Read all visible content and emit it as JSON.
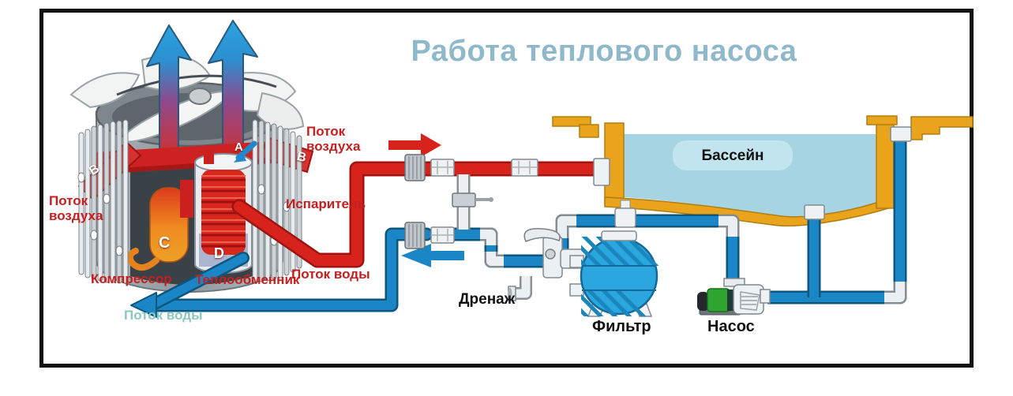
{
  "title": "Работа теплового насоса",
  "heat_pump": {
    "air_flow_left": "Поток воздуха",
    "air_flow_right": "Поток воздуха",
    "evaporator": "Испаритель",
    "compressor": "Компрессор",
    "heat_exchanger": "Теплообменник",
    "water_flow_hot": "Поток воды",
    "water_flow_cold": "Поток воды",
    "letters": {
      "a": "A",
      "b_left": "B",
      "b_right": "B",
      "c": "C",
      "d": "D"
    }
  },
  "pool": {
    "label": "Бассейн"
  },
  "equipment": {
    "drain": "Дренаж",
    "filter": "Фильтр",
    "pump": "Насос"
  },
  "colors": {
    "pipe_hot": "#d8221c",
    "pipe_cold": "#1b86c6",
    "pool_wall": "#eaa41c",
    "pool_water": "#a7d4e2",
    "filter_blue": "#2aa7df",
    "pump_green": "#2ea52e",
    "title_text": "#8fb9ca",
    "label_red": "#c42020",
    "label_teal": "#8bc7c3"
  }
}
